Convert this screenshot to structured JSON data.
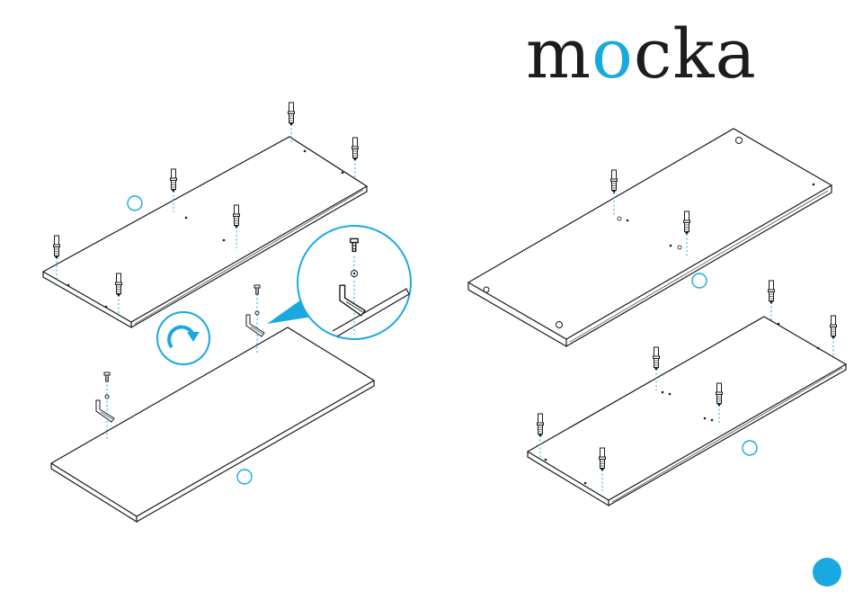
{
  "brand": {
    "name_start": "m",
    "name_accent": "o",
    "name_end": "cka",
    "accent_color": "#1aa8e0",
    "text_color": "#1c1c1c"
  },
  "diagram": {
    "line_color": "#1a1a1a",
    "guide_color": "#1aa8e0",
    "panels": [
      {
        "id": "top-left-board",
        "fasteners": "cam-dowels",
        "count": 6
      },
      {
        "id": "bottom-left-board",
        "fasteners": "screws-with-l-brackets",
        "count": 2
      },
      {
        "id": "top-right-board",
        "fasteners": "cam-dowels",
        "count": 2
      },
      {
        "id": "bottom-right-board",
        "fasteners": "cam-dowels",
        "count": 6
      }
    ],
    "icons": [
      "rotate-arrow-icon",
      "magnify-callout-icon",
      "page-dot-icon"
    ]
  }
}
